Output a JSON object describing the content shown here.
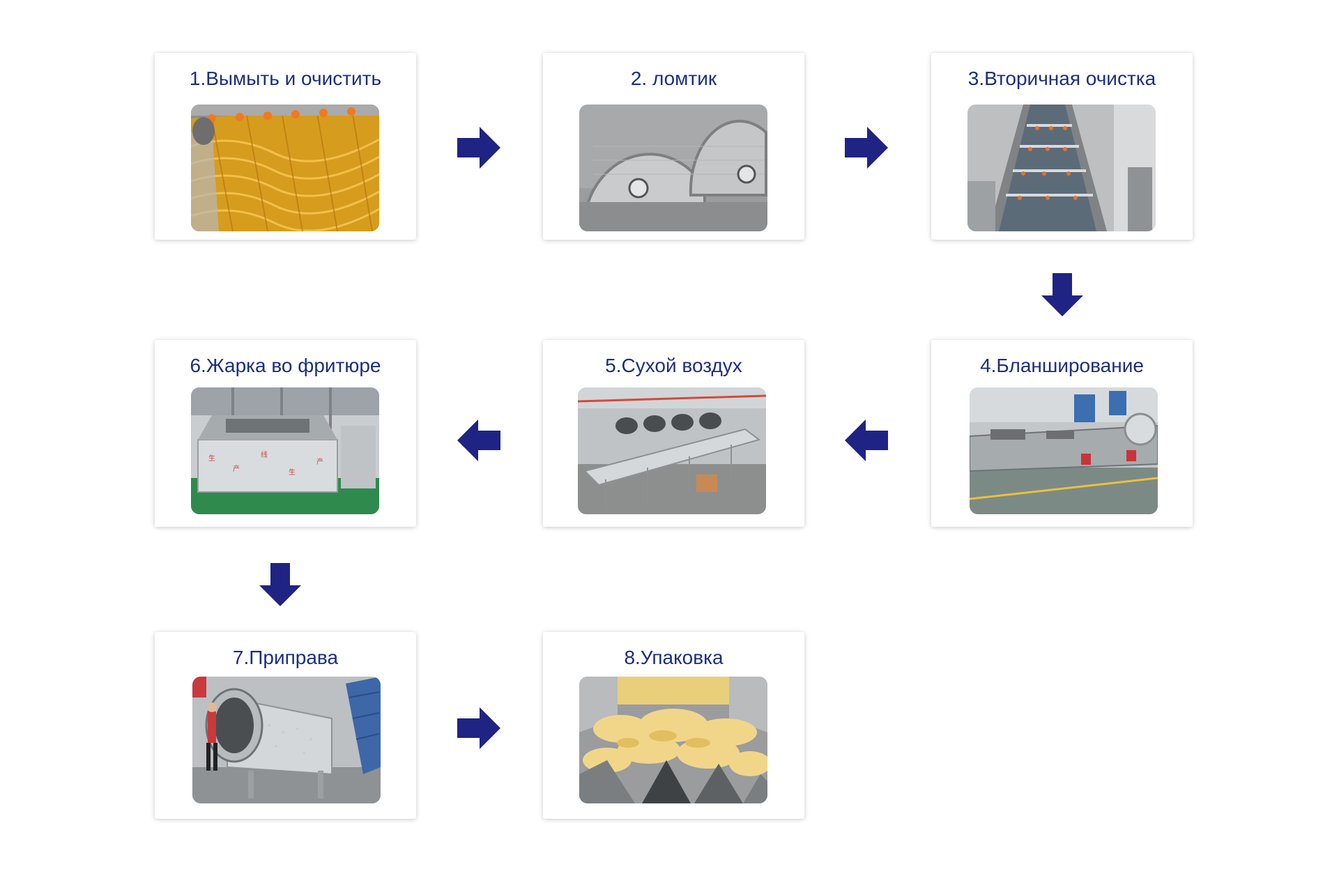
{
  "accent_color": "#1f2383",
  "title_color": "#1c2f80",
  "steps": [
    {
      "label": "1.Вымыть и очистить",
      "image": "washing-peeling-machine-photo"
    },
    {
      "label": "2. ломтик",
      "image": "slicer-machine-photo"
    },
    {
      "label": "3.Вторичная очистка",
      "image": "secondary-washer-photo"
    },
    {
      "label": "4.Бланширование",
      "image": "blanching-line-photo"
    },
    {
      "label": "5.Сухой воздух",
      "image": "air-dryer-photo"
    },
    {
      "label": "6.Жарка во фритюре",
      "image": "fryer-photo"
    },
    {
      "label": "7.Приправа",
      "image": "seasoning-drum-photo"
    },
    {
      "label": "8.Упаковка",
      "image": "packaging-weigher-photo"
    }
  ],
  "arrows": [
    {
      "from": "1",
      "to": "2",
      "direction": "right"
    },
    {
      "from": "2",
      "to": "3",
      "direction": "right"
    },
    {
      "from": "3",
      "to": "4",
      "direction": "down"
    },
    {
      "from": "4",
      "to": "5",
      "direction": "left"
    },
    {
      "from": "5",
      "to": "6",
      "direction": "left"
    },
    {
      "from": "6",
      "to": "7",
      "direction": "down"
    },
    {
      "from": "7",
      "to": "8",
      "direction": "right"
    }
  ]
}
